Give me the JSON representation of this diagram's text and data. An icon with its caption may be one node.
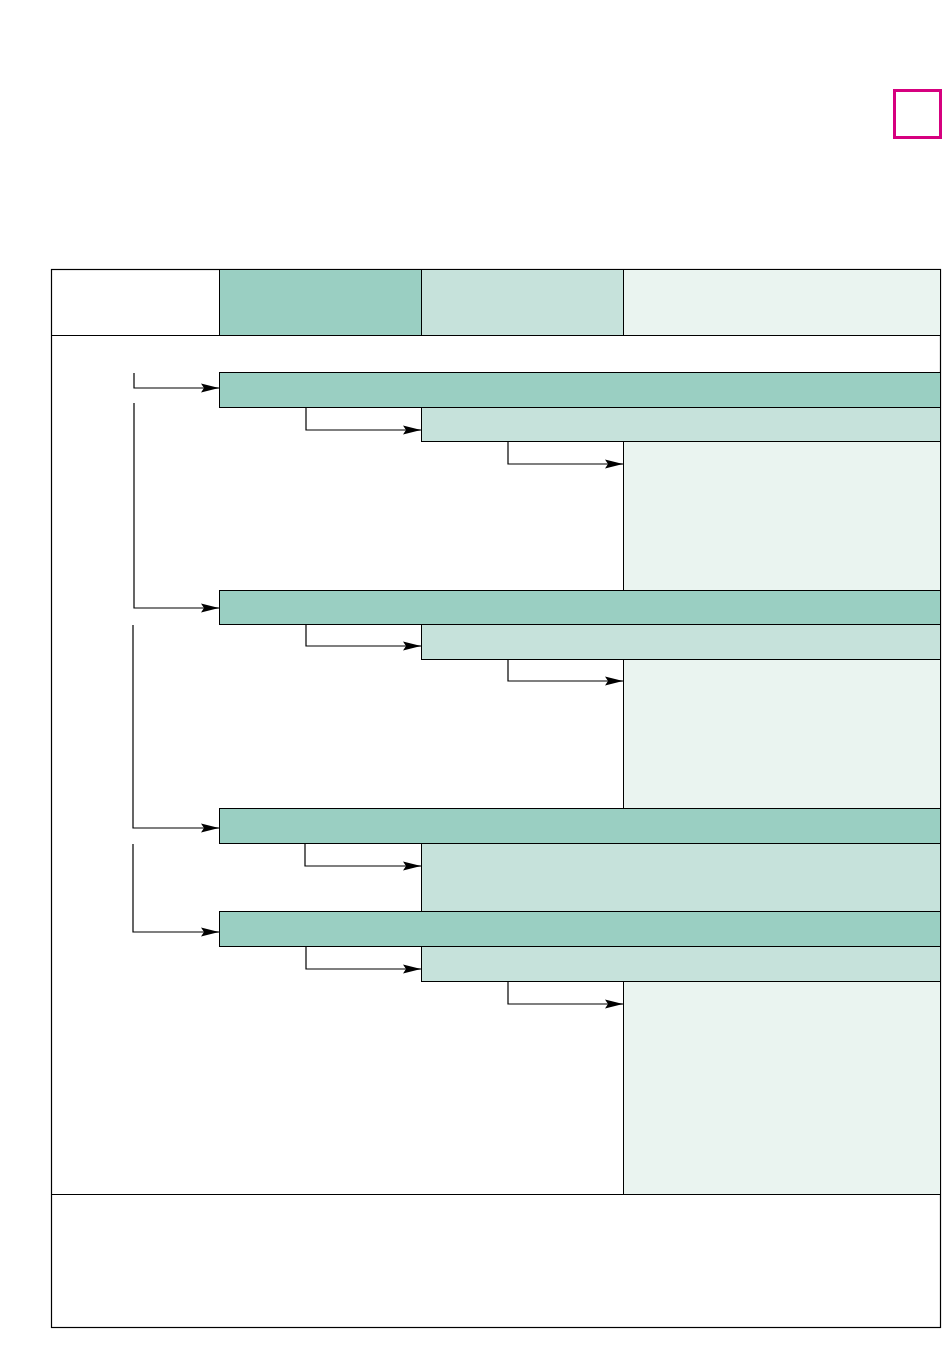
{
  "diagram": {
    "nodes": [
      {
        "text": [],
        "shape": "box"
      },
      {
        "text": [],
        "shape": "box"
      },
      {
        "text": [],
        "shape": "box"
      },
      {
        "text": [],
        "shape": "box"
      },
      {
        "text": [],
        "shape": "box"
      },
      {
        "text": [],
        "shape": "box"
      },
      {
        "text": [],
        "shape": "box"
      },
      {
        "text": [],
        "shape": "box"
      },
      {
        "text": [],
        "shape": "box"
      },
      {
        "text": [],
        "shape": "box"
      },
      {
        "text": [],
        "shape": "box"
      },
      {
        "text": [],
        "shape": "box"
      },
      {
        "text": [],
        "shape": "box"
      },
      {
        "text": [],
        "shape": "box"
      }
    ],
    "edges": [
      {
        "from": null,
        "to": 3,
        "arrow": "to"
      },
      {
        "from": 3,
        "to": 4,
        "arrow": "to"
      },
      {
        "from": 4,
        "to": 5,
        "arrow": "to"
      },
      {
        "from": null,
        "to": 6,
        "arrow": "to"
      },
      {
        "from": 6,
        "to": 7,
        "arrow": "to"
      },
      {
        "from": 7,
        "to": 8,
        "arrow": "to"
      },
      {
        "from": null,
        "to": 9,
        "arrow": "to"
      },
      {
        "from": 9,
        "to": 10,
        "arrow": "to"
      },
      {
        "from": null,
        "to": 11,
        "arrow": "to"
      },
      {
        "from": 11,
        "to": 12,
        "arrow": "to"
      },
      {
        "from": 12,
        "to": 13,
        "arrow": "to"
      }
    ]
  }
}
